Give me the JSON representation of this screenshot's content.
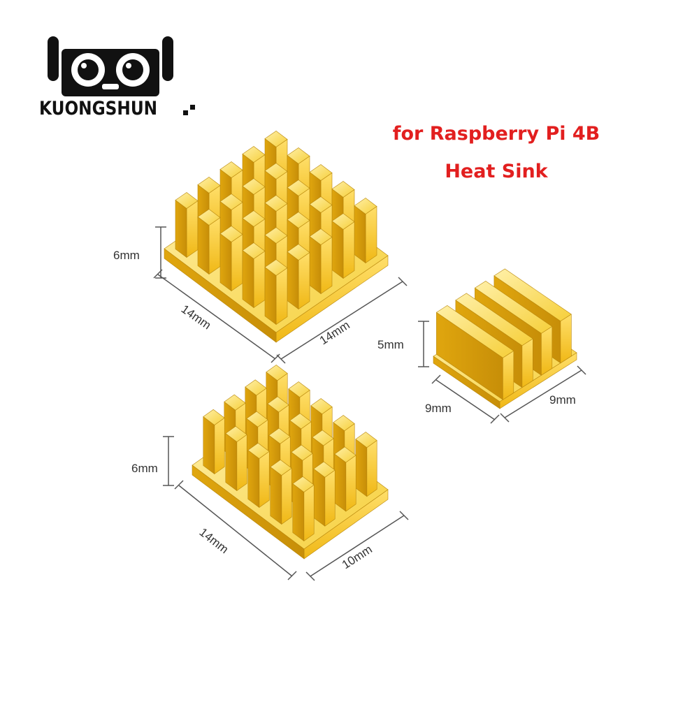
{
  "brand": {
    "name": "KUONGSHUN",
    "logo_icon": "owl-face-logo"
  },
  "headline": {
    "line1": "for Raspberry Pi 4B",
    "line2": "Heat Sink",
    "color": "#e21f1f"
  },
  "heatsinks": {
    "large": {
      "height": "6mm",
      "side_left": "14mm",
      "side_right": "14mm"
    },
    "medium": {
      "height": "6mm",
      "side_left": "14mm",
      "side_right": "10mm"
    },
    "small": {
      "height": "5mm",
      "side_left": "9mm",
      "side_right": "9mm"
    }
  },
  "colors": {
    "gold_light": "#ffe27a",
    "gold": "#f2c21f",
    "gold_dark": "#c9920a",
    "dimension_line": "#555555"
  }
}
